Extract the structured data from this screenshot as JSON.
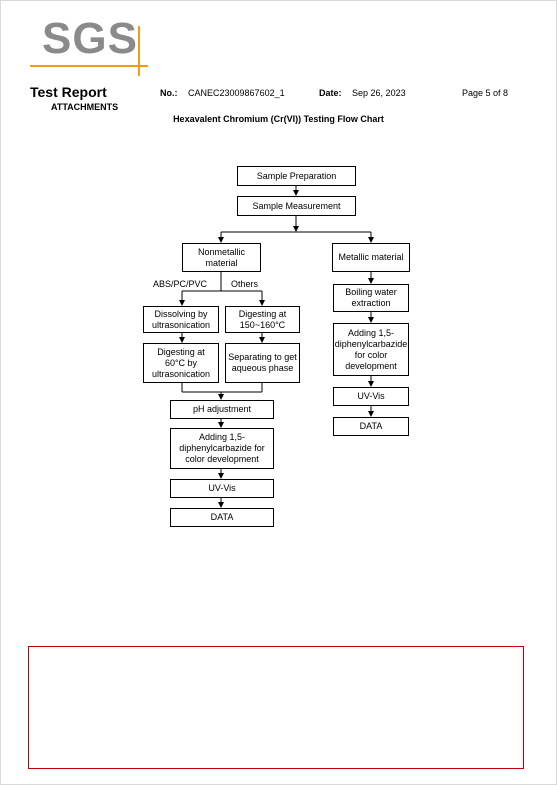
{
  "logo": {
    "text": "SGS"
  },
  "header": {
    "title": "Test Report",
    "section": "ATTACHMENTS",
    "no_label": "No.:",
    "no_value": "CANEC23009867602_1",
    "date_label": "Date:",
    "date_value": "Sep 26, 2023",
    "page": "Page 5 of 8"
  },
  "chart_title": "Hexavalent Chromium (Cr(VI)) Testing Flow Chart",
  "flow": {
    "sample_prep": "Sample Preparation",
    "sample_meas": "Sample Measurement",
    "nonmetallic": "Nonmetallic material",
    "metallic": "Metallic material",
    "abs_label": "ABS/PC/PVC",
    "others_label": "Others",
    "dissolving": "Dissolving by ultrasonication",
    "digesting_150": "Digesting at 150~160°C",
    "digesting_60": "Digesting at 60°C by ultrasonication",
    "separating": "Separating to get aqueous phase",
    "ph": "pH adjustment",
    "adding_left": "Adding 1,5-diphenylcarbazide for color development",
    "uvvis_left": "UV-Vis",
    "data_left": "DATA",
    "boiling": "Boiling water extraction",
    "adding_right": "Adding 1,5-diphenylcarbazide for color development",
    "uvvis_right": "UV-Vis",
    "data_right": "DATA"
  }
}
